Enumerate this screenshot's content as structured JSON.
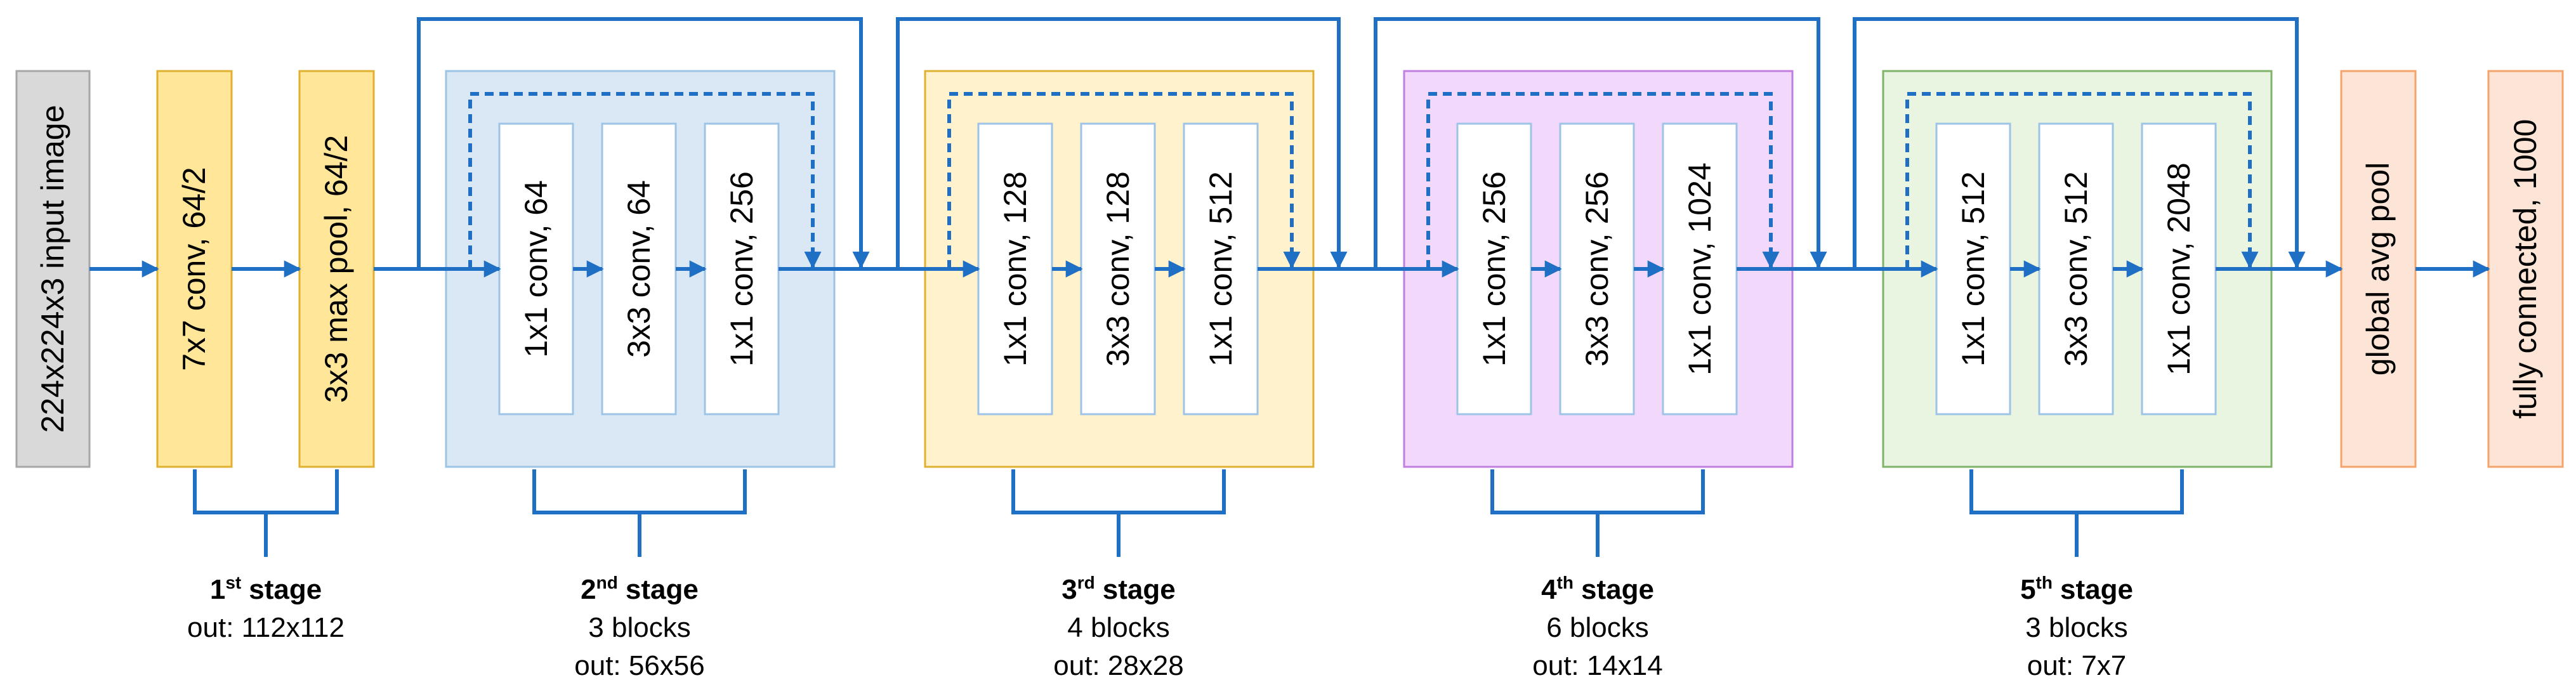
{
  "colors": {
    "arrow": "#1f6fc5",
    "input_fill": "#d9d9d9",
    "input_stroke": "#a6a6a6",
    "yellow_fill": "#ffe699",
    "yellow_stroke": "#e0b030",
    "stage2_fill": "#dae8f6",
    "stage2_stroke": "#9dc3e6",
    "stage3_fill": "#fff2cc",
    "stage3_stroke": "#e0b030",
    "stage4_fill": "#f2d9fb",
    "stage4_stroke": "#c07ee0",
    "stage5_fill": "#e9f4e1",
    "stage5_stroke": "#7fb36a",
    "orange_fill": "#fce4d6",
    "orange_stroke": "#f4a36b",
    "layer_fill": "#ffffff",
    "layer_stroke": "#9dc3e6"
  },
  "input": {
    "label": "224x224x3 input image"
  },
  "stem": [
    {
      "label": "7x7 conv, 64/2"
    },
    {
      "label": "3x3 max pool, 64/2"
    }
  ],
  "stages": [
    {
      "layers": [
        "1x1 conv, 64",
        "3x3 conv, 64",
        "1x1 conv, 256"
      ]
    },
    {
      "layers": [
        "1x1 conv, 128",
        "3x3 conv, 128",
        "1x1 conv, 512"
      ]
    },
    {
      "layers": [
        "1x1 conv, 256",
        "3x3 conv, 256",
        "1x1 conv, 1024"
      ]
    },
    {
      "layers": [
        "1x1 conv, 512",
        "3x3 conv, 512",
        "1x1 conv, 2048"
      ]
    }
  ],
  "head": [
    {
      "label": "global avg pool"
    },
    {
      "label": "fully connected, 1000"
    }
  ],
  "stage_labels": [
    {
      "num": "1",
      "sup": "st",
      "word": "stage",
      "lines": [
        "out: 112x112"
      ]
    },
    {
      "num": "2",
      "sup": "nd",
      "word": "stage",
      "lines": [
        "3 blocks",
        "out: 56x56"
      ]
    },
    {
      "num": "3",
      "sup": "rd",
      "word": "stage",
      "lines": [
        "4 blocks",
        "out: 28x28"
      ]
    },
    {
      "num": "4",
      "sup": "th",
      "word": "stage",
      "lines": [
        "6 blocks",
        "out: 14x14"
      ]
    },
    {
      "num": "5",
      "sup": "th",
      "word": "stage",
      "lines": [
        "3 blocks",
        "out: 7x7"
      ]
    }
  ]
}
